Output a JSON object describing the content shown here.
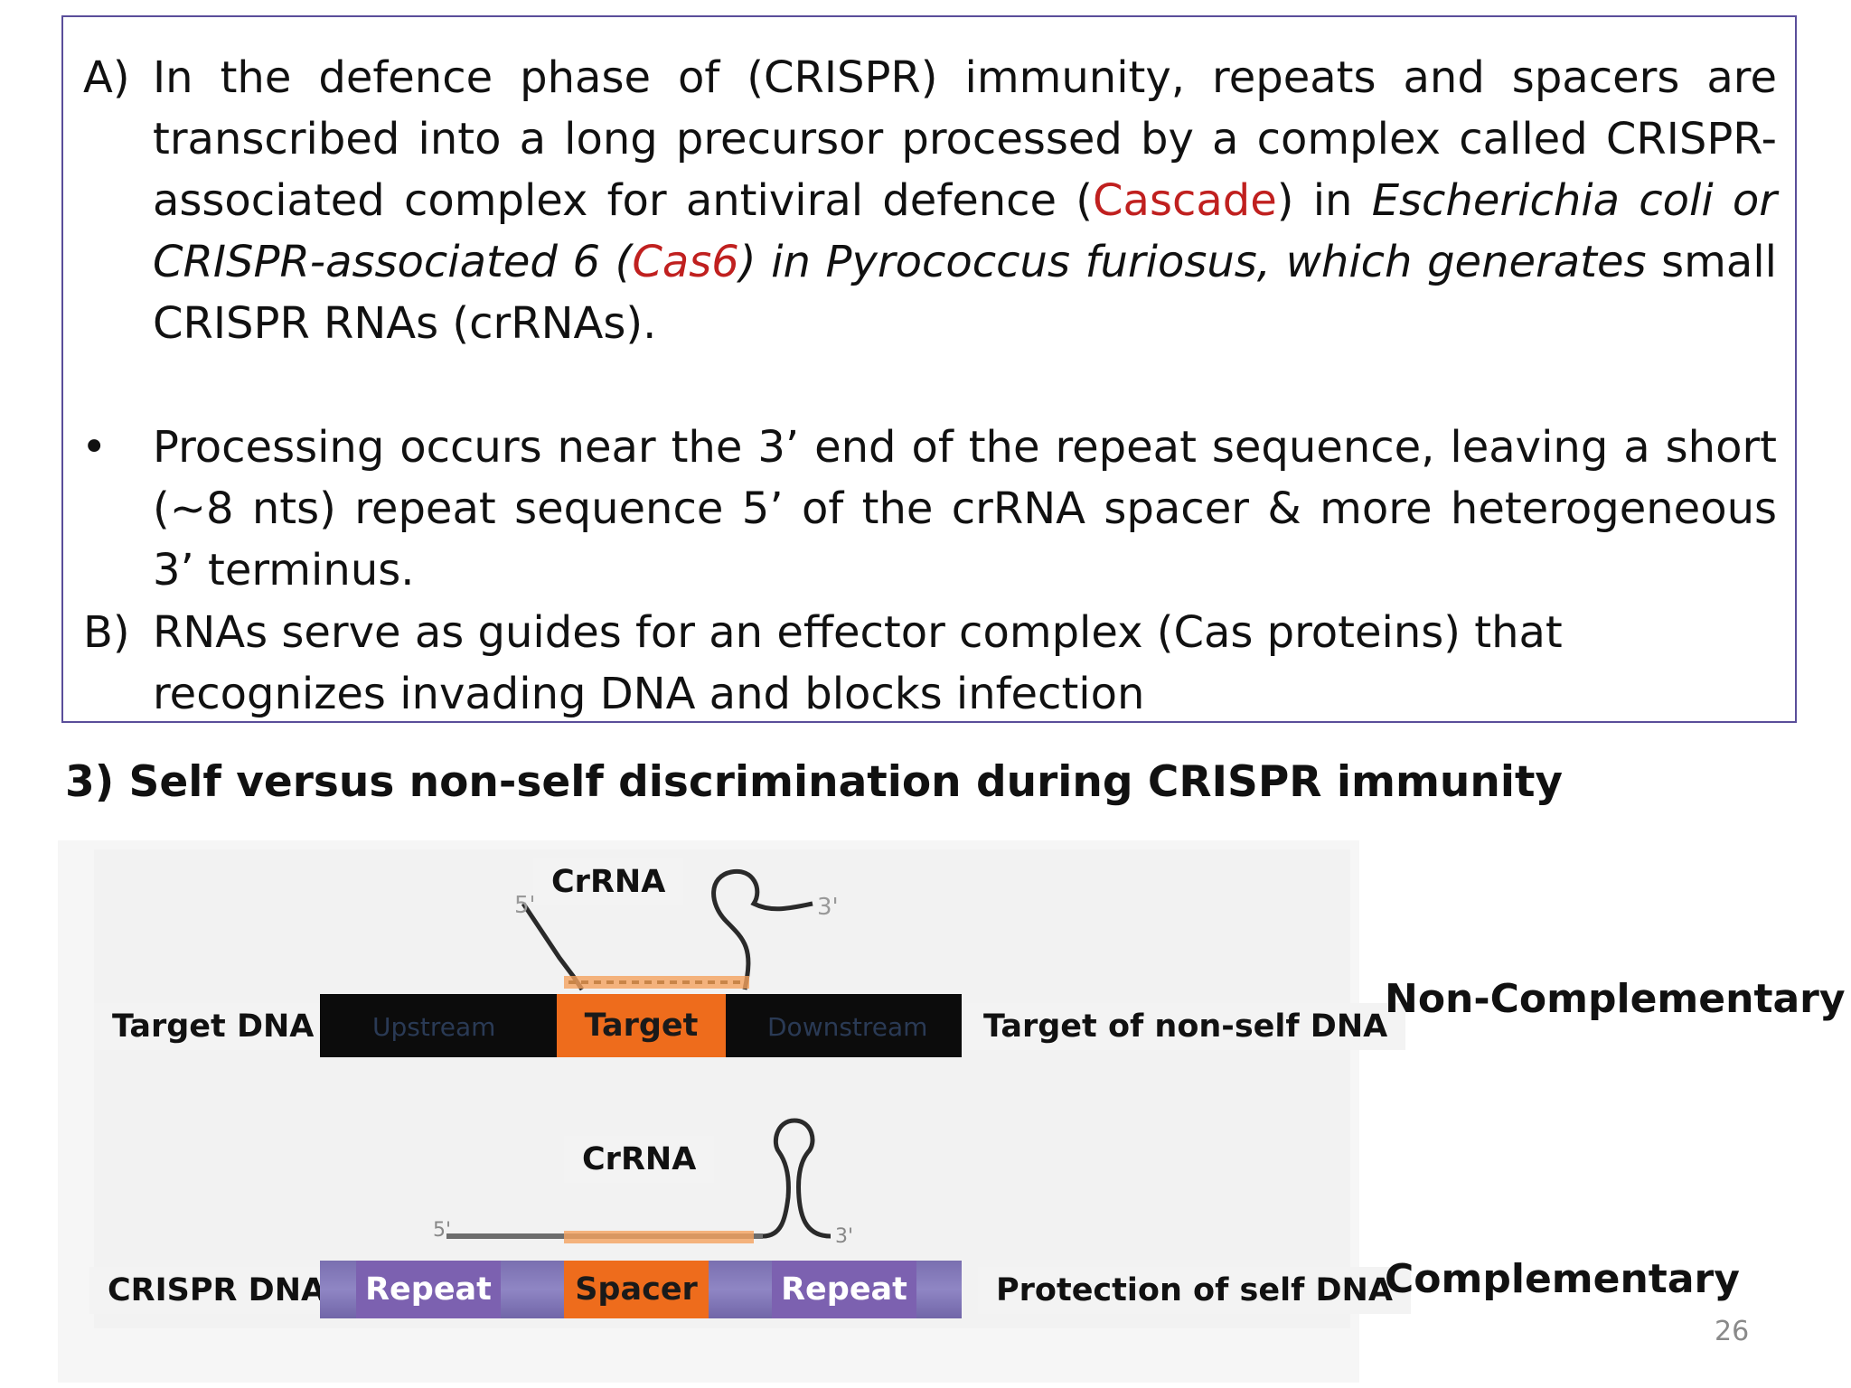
{
  "section_a": {
    "label": "A)",
    "t1": "In the defence phase of (CRISPR) immunity, repeats and spacers are transcribed into a long precursor processed by a complex called CRISPR-associated complex for antiviral defence (",
    "cascade": "Cascade",
    "t2": ") in ",
    "t3_italic": "Escherichia coli or CRISPR-associated 6 (",
    "cas6": "Cas6",
    "t4_italic": ") in Pyrococcus furiosus, which generates",
    "t5": " small CRISPR RNAs (crRNAs)."
  },
  "bullet": {
    "symbol": "•",
    "text": "Processing occurs near the 3’ end of the repeat sequence, leaving a short (~8 nts) repeat sequence 5’ of the crRNA spacer & more heterogeneous 3’ terminus."
  },
  "section_b": {
    "label": "B)",
    "text": "RNAs serve as guides for an effector complex (Cas proteins) that recognizes invading DNA and blocks infection"
  },
  "heading": "3) Self versus non-self discrimination during CRISPR immunity",
  "figure": {
    "top": {
      "crrna_label": "CrRNA",
      "left_label": "Target DNA",
      "upstream": "Upstream",
      "target": "Target",
      "downstream": "Downstream",
      "right_label": "Target of non-self DNA",
      "side_label": "Non-Complementary"
    },
    "bottom": {
      "crrna_label": "CrRNA",
      "left_label": "CRISPR DNA",
      "repeat_left": "Repeat",
      "spacer": "Spacer",
      "repeat_right": "Repeat",
      "right_label": "Protection of self DNA",
      "side_label": "Complementary"
    },
    "colors": {
      "target_orange": "#ee6c1c",
      "repeat_violet": "#7c61b0",
      "dna_black": "#0c0c0c",
      "highlight_red": "#c0201f"
    }
  },
  "page_number": "26"
}
